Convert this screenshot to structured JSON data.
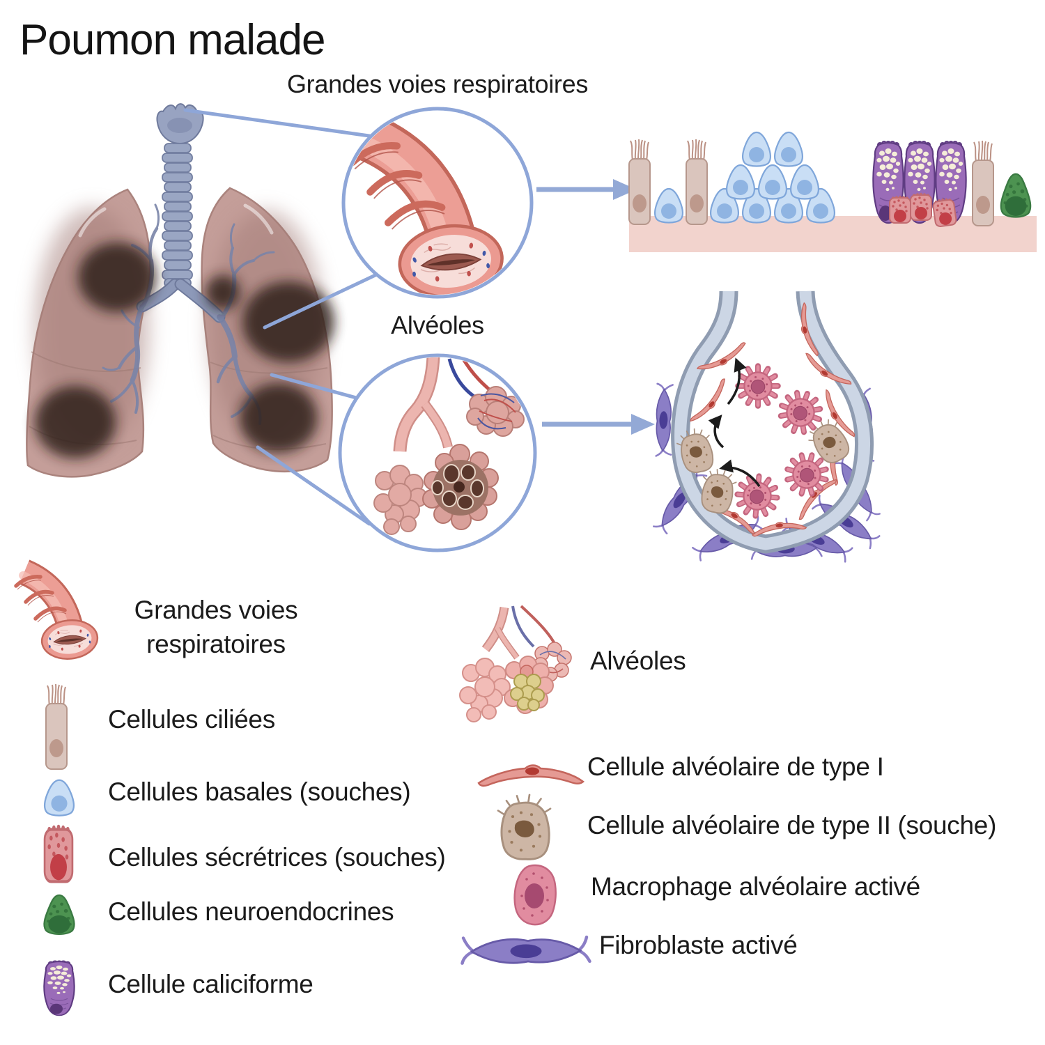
{
  "title": "Poumon malade",
  "annotations": {
    "large_airways": "Grandes voies respiratoires",
    "alveoli": "Alvéoles"
  },
  "legend_left": {
    "items": [
      {
        "icon": "airway-icon",
        "label_line1": "Grandes voies",
        "label_line2": "respiratoires"
      },
      {
        "icon": "ciliated-cell-icon",
        "label": "Cellules ciliées"
      },
      {
        "icon": "basal-cell-icon",
        "label": "Cellules basales (souches)"
      },
      {
        "icon": "secretory-cell-icon",
        "label": "Cellules sécrétrices (souches)"
      },
      {
        "icon": "neuroendocrine-cell-icon",
        "label": "Cellules neuroendocrines"
      },
      {
        "icon": "goblet-cell-icon",
        "label": "Cellule caliciforme"
      }
    ]
  },
  "legend_right": {
    "items": [
      {
        "icon": "alveoli-icon",
        "label": "Alvéoles"
      },
      {
        "icon": "type-1-alveolar-cell-icon",
        "label": "Cellule alvéolaire de type I"
      },
      {
        "icon": "type-2-alveolar-cell-icon",
        "label": "Cellule alvéolaire de type II (souche)"
      },
      {
        "icon": "activated-macrophage-icon",
        "label": "Macrophage alvéolaire activé"
      },
      {
        "icon": "activated-fibroblast-icon",
        "label": "Fibroblaste activé"
      }
    ]
  },
  "colors": {
    "callout_blue": "#8ea6d8",
    "lung_body": "#c49e99",
    "lesion_dark": "#291a12",
    "trachea_blue": "#9aa6c3",
    "airway_pink": "#ec9e95",
    "basal_cell_blue": "#c9def5",
    "goblet_purple": "#9a6cb8",
    "secretory_red": "#e0989b",
    "neuroendocrine_green": "#4d9351",
    "ciliated_tan": "#dac5bd",
    "type1_pink": "#e59a94",
    "type2_tan": "#cdb6a5",
    "macrophage_pink": "#e18ca0",
    "fibroblast_purple": "#8b7ec6",
    "membrane_pink": "#f2d3cd",
    "alveolus_wall_blue": "#ccd6e5"
  }
}
